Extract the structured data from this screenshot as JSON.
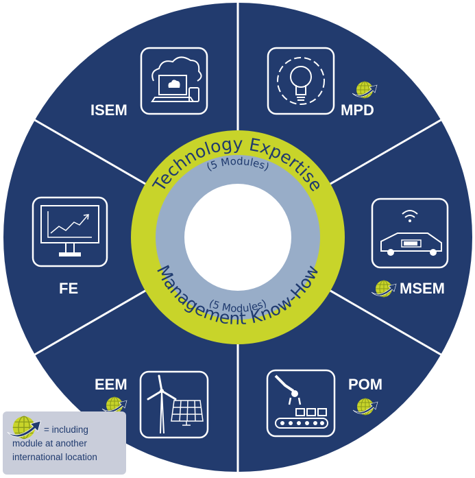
{
  "colors": {
    "navy": "#223b6e",
    "lime": "#c8d42a",
    "light_blue": "#98adc8",
    "white": "#ffffff",
    "text_dark": "#1f3a6e"
  },
  "center": {
    "outer_ring_top": "Technology Expertise",
    "outer_ring_bottom": "Management Know-How",
    "inner_ring_top": "(5 Modules)",
    "inner_ring_bottom": "(5 Modules)"
  },
  "segments": [
    {
      "label": "ISEM",
      "icon": "cloud-laptop-icon",
      "international": false
    },
    {
      "label": "MPD",
      "icon": "lightbulb-gear-icon",
      "international": true
    },
    {
      "label": "MSEM",
      "icon": "electric-car-icon",
      "international": true
    },
    {
      "label": "POM",
      "icon": "robot-arm-conveyor-icon",
      "international": true
    },
    {
      "label": "EEM",
      "icon": "wind-solar-icon",
      "international": true
    },
    {
      "label": "FE",
      "icon": "monitor-chart-icon",
      "international": false
    }
  ],
  "legend": {
    "icon": "globe-arrow-icon",
    "line1": "= including",
    "line2": "module at another",
    "line3": "international location"
  }
}
